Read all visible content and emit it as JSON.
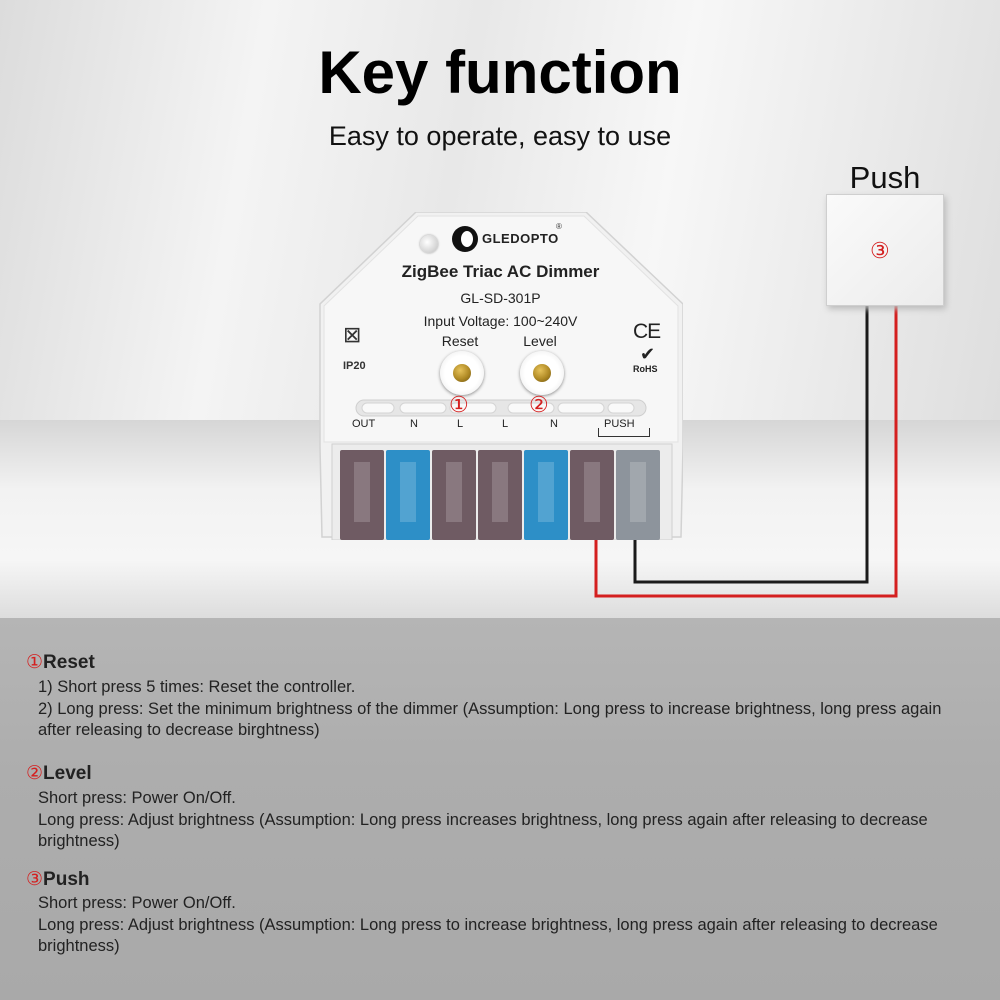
{
  "header": {
    "title": "Key function",
    "subtitle": "Easy to operate, easy to use"
  },
  "device": {
    "brand": "GLEDOPTO",
    "brand_mark": "®",
    "name": "ZigBee Triac AC Dimmer",
    "model": "GL-SD-301P",
    "input_voltage": "Input Voltage: 100~240V",
    "reset_label": "Reset",
    "level_label": "Level",
    "marker_reset": "①",
    "marker_level": "②",
    "ip_rating": "IP20",
    "ce_mark": "CE",
    "rohs_mark": "RoHS",
    "terminals": [
      "OUT",
      "N",
      "L",
      "L",
      "N",
      "PUSH"
    ],
    "terminal_colors": [
      "#6f5b63",
      "#2d8fc7",
      "#6f5b63",
      "#6f5b63",
      "#2d8fc7",
      "#6f5b63",
      "#8d949c"
    ]
  },
  "push_switch": {
    "title": "Push",
    "marker": "③"
  },
  "wires": {
    "red": "#d41f1f",
    "black": "#1a1a1a"
  },
  "sections": [
    {
      "marker": "①",
      "heading": "Reset",
      "lines": [
        "1) Short press 5 times: Reset the controller.",
        "2) Long press: Set the minimum brightness of the dimmer (Assumption: Long press to increase brightness, long press again after releasing to decrease birghtness)"
      ]
    },
    {
      "marker": "②",
      "heading": "Level",
      "lines": [
        "Short press: Power On/Off.",
        "Long press: Adjust brightness (Assumption: Long press increases brightness, long press again after releasing to decrease brightness)"
      ]
    },
    {
      "marker": "③",
      "heading": "Push",
      "lines": [
        "Short press: Power On/Off.",
        "Long press: Adjust brightness (Assumption: Long press to increase brightness, long press again after  releasing to decrease brightness)"
      ]
    }
  ]
}
